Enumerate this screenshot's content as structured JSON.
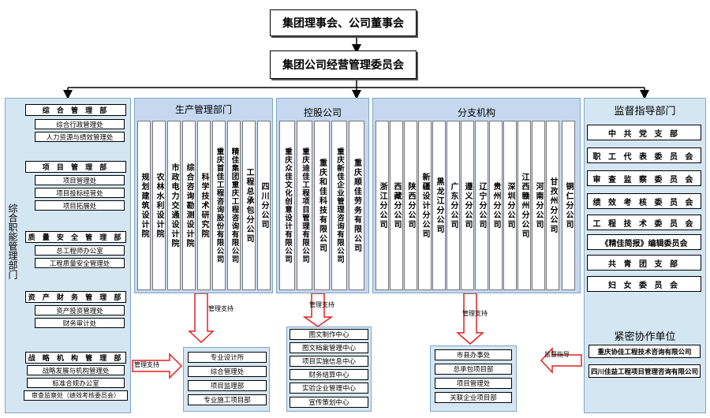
{
  "top": {
    "board": "集团理事会、公司董事会",
    "committee": "集团公司经营管理委员会"
  },
  "left": {
    "title": "综合职能管理部门",
    "groups": [
      {
        "head": "综  合  管  理  部",
        "items": [
          "综合行政管理处",
          "人力资源与绩效管理处"
        ]
      },
      {
        "head": "项  目  管  理  部",
        "items": [
          "项目管理处",
          "项目投标经营处",
          "项目拓展处"
        ]
      },
      {
        "head": "质 量 安 全 管 理 部",
        "items": [
          "总工程师办公室",
          "工程质量安全管理处"
        ]
      },
      {
        "head": "资 产 财 务 管 理 部",
        "items": [
          "资产投资管理处",
          "财务审计处"
        ]
      },
      {
        "head": "战 略 机 构 管 理 部",
        "items": [
          "战略发展与机构管理处",
          "标准合规办公室",
          "审查监察处（绩效考核委员会）"
        ]
      }
    ]
  },
  "production": {
    "title": "生产管理部门",
    "columns": [
      "规划建筑设计院",
      "农林水利设计院",
      "市政电力交通设计院",
      "综合咨询勘测设计院",
      "科学技术研究院",
      "重庆首佳工程咨询股份有限公司",
      "精佳集团重庆工程咨询有限公司",
      "工程总承包分公司",
      "四川分公司"
    ]
  },
  "holding": {
    "title": "控股公司",
    "columns": [
      "重庆众佳文化创意设计有限公司",
      "重庆迪佳工程项目管理有限公司",
      "重庆和佳科技有限公司",
      "重庆新佳企业管理咨询有限公司",
      "重庆顺佳劳务有限公司"
    ]
  },
  "branches": {
    "title": "分支机构",
    "columns": [
      "浙江分公司",
      "西藏分公司",
      "陕西分公司",
      "新疆设计分公司",
      "黑龙江分公司",
      "广东分公司",
      "遵义分公司",
      "辽宁分公司",
      "贵州分公司",
      "深圳分公司",
      "江西赣州分公司",
      "河南分公司",
      "甘孜州分公司",
      "铜仁分公司"
    ]
  },
  "supervision": {
    "title": "监督指导部门",
    "items": [
      "中  共  党  支  部",
      "职 工 代 表 委 员 会",
      "审 查 监 察 委 员 会",
      "绩 效 考 核 委 员 会",
      "工 程 技 术 委 员 会",
      "《精佳简报》编辑委员会",
      "共  青  团  支  部",
      "妇  女  委  员  会"
    ]
  },
  "partners": {
    "title": "紧密协作单位",
    "items": [
      "重庆协佳工程技术咨询有限公司",
      "四川佳益工程项目管理咨询有限公司"
    ]
  },
  "labels": {
    "mgmt_support_1": "管理支持",
    "mgmt_support_2": "管理支持",
    "mgmt_support_3": "管理支持",
    "mgmt_support_4": "管理支持",
    "supervise_guide": "监督指导"
  },
  "bottom": {
    "production": [
      "专业设计所",
      "综合管理处",
      "项目监理部",
      "专业施工项目部"
    ],
    "holding": [
      "图文制作中心",
      "图文档案管理中心",
      "项目实施信息中心",
      "财务结算中心",
      "实验企业管理中心",
      "宣传策划中心"
    ],
    "branches": [
      "市县办事处",
      "总承包项目部",
      "项目管理处",
      "关联企业项目部"
    ]
  },
  "colors": {
    "panel": "#d5e6f3",
    "panel_dark": "#c5d8f0",
    "arrow_red": "#e02020"
  }
}
